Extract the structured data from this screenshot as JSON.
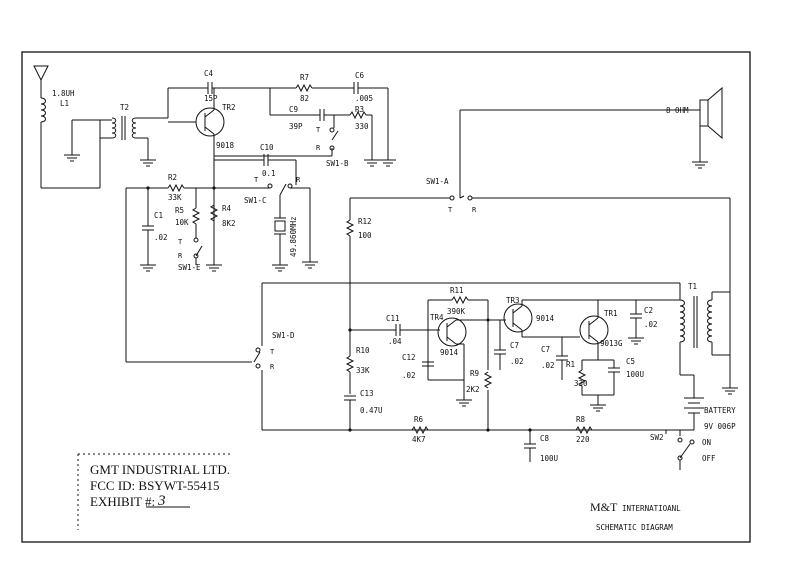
{
  "antenna": {
    "inductance": "1.8UH",
    "label": "L1"
  },
  "components": {
    "T2": "T2",
    "TR2": "TR2",
    "TR2_part": "9018",
    "C4": "C4",
    "C4_val": "15P",
    "R7": "R7",
    "R7_val": "82",
    "C6": "C6",
    "C6_val": ".005",
    "C9": "C9",
    "C9_val": "39P",
    "R3": "R3",
    "R3_val": "330",
    "C10": "C10",
    "C10_val": "0.1",
    "R2": "R2",
    "R2_val": "33K",
    "C1": "C1",
    "C1_val": ".02",
    "R5": "R5",
    "R5_val": "10K",
    "R4": "R4",
    "R4_val": "8K2",
    "crystal_val": "49.860MHz",
    "R12": "R12",
    "R12_val": "100",
    "R11": "R11",
    "R11_val": "390K",
    "TR3": "TR3",
    "TR4": "TR4",
    "TR4_part": "9014",
    "TR3_part": "9014",
    "TR1": "TR1",
    "TR1_part": "9013G",
    "C11": "C11",
    "C11_val": ".04",
    "C12": "C12",
    "C12_val": ".02",
    "C7a": "C7",
    "C7a_val": ".02",
    "C7b": "C7",
    "C7b_val": ".02",
    "R9": "R9",
    "R9_val": "2K2",
    "R1": "R1",
    "R1_val": "330",
    "C5": "C5",
    "C5_val": "100U",
    "C2": "C2",
    "C2_val": ".02",
    "T1": "T1",
    "R10": "R10",
    "R10_val": "33K",
    "C13": "C13",
    "C13_val": "0.47U",
    "R6": "R6",
    "R6_val": "4K7",
    "C8": "C8",
    "C8_val": "100U",
    "R8": "R8",
    "R8_val": "220",
    "speaker": "8 OHM",
    "battery": "BATTERY",
    "battery_val": "9V 006P",
    "SW2": "SW2",
    "on": "ON",
    "off": "OFF"
  },
  "switches": {
    "sw1a": "SW1-A",
    "sw1b": "SW1-B",
    "sw1c": "SW1-C",
    "sw1d": "SW1-D",
    "sw1e": "SW1-E",
    "T": "T",
    "R": "R"
  },
  "stamp": {
    "company": "GMT INDUSTRIAL LTD.",
    "fcc": "FCC ID:  BSYWT-55415",
    "exhibit_label": "EXHIBIT #:",
    "exhibit_num": "3"
  },
  "title_block": {
    "brand": "M&T",
    "brand_suffix": "INTERNATIOANL",
    "subtitle": "SCHEMATIC DIAGRAM"
  }
}
